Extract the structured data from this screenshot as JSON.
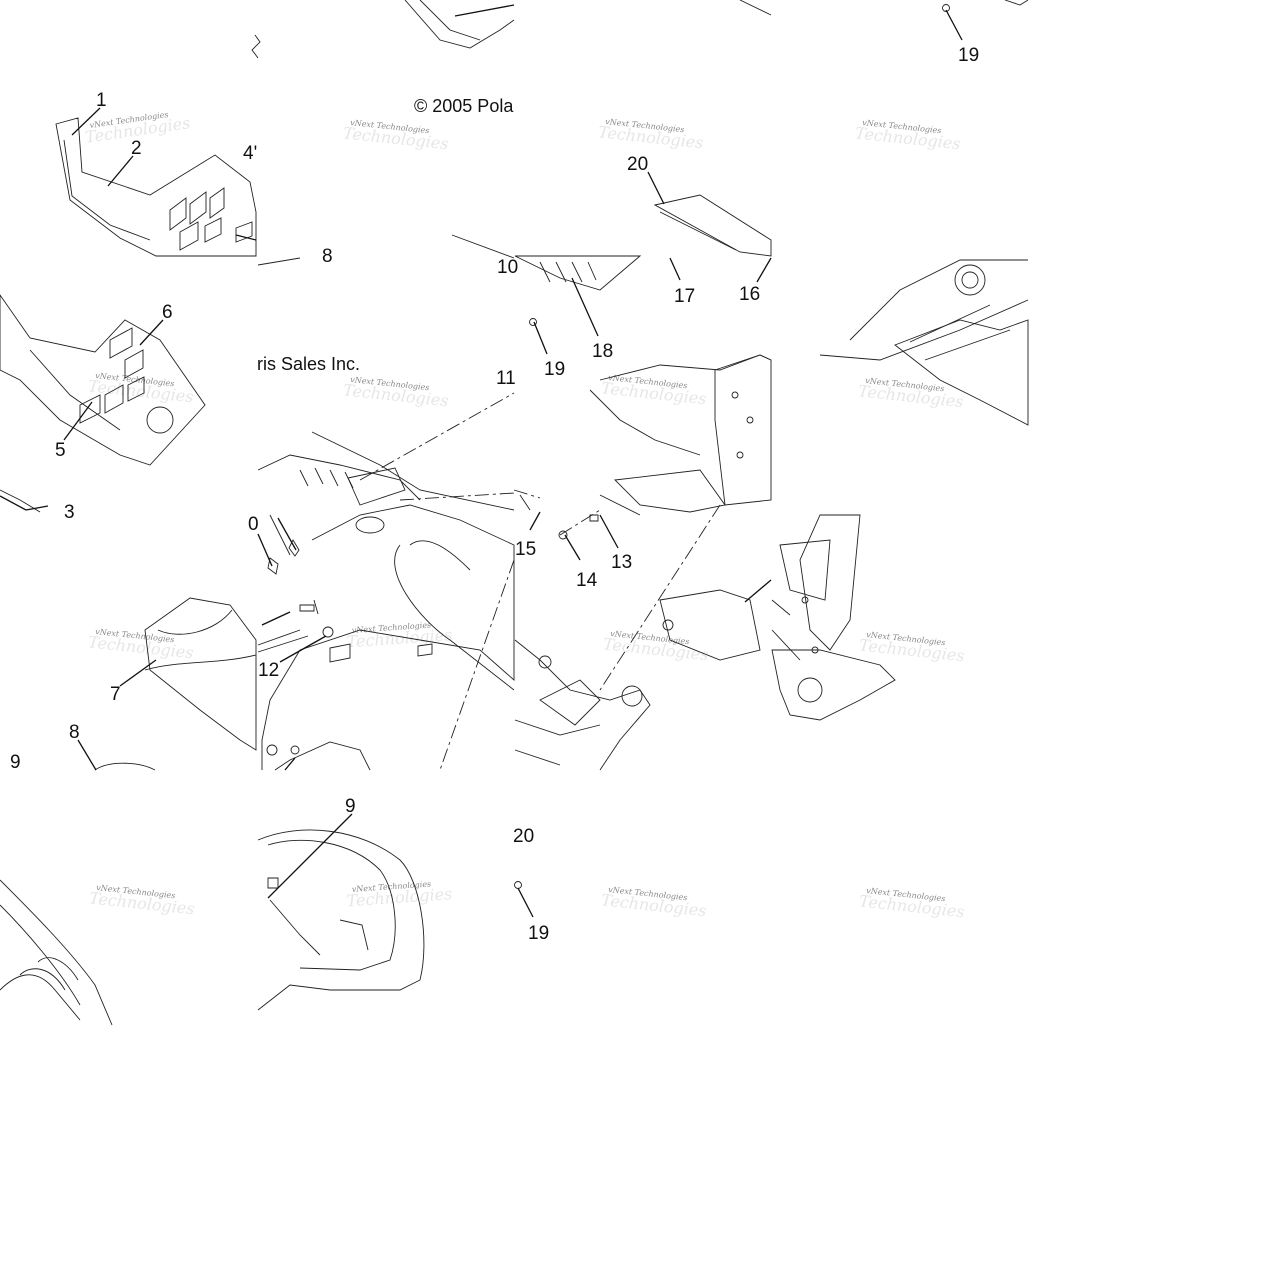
{
  "copyright": {
    "part1": "© 2005 Pola",
    "part2": "ris Sales Inc."
  },
  "watermark": {
    "line1": "vNext Technologies",
    "line2": "Technologies"
  },
  "callouts": [
    {
      "id": "c1",
      "text": "1"
    },
    {
      "id": "c2",
      "text": "2"
    },
    {
      "id": "c3",
      "text": "3"
    },
    {
      "id": "c4",
      "text": "4'"
    },
    {
      "id": "c5",
      "text": "5"
    },
    {
      "id": "c6",
      "text": "6"
    },
    {
      "id": "c7",
      "text": "7"
    },
    {
      "id": "c8",
      "text": "8"
    },
    {
      "id": "c9a",
      "text": "9"
    },
    {
      "id": "c9b",
      "text": "9"
    },
    {
      "id": "c10a",
      "text": "10"
    },
    {
      "id": "c10b",
      "text": "0"
    },
    {
      "id": "c11",
      "text": "11"
    },
    {
      "id": "c12",
      "text": "12"
    },
    {
      "id": "c13",
      "text": "13"
    },
    {
      "id": "c14",
      "text": "14"
    },
    {
      "id": "c15",
      "text": "15"
    },
    {
      "id": "c16",
      "text": "16"
    },
    {
      "id": "c17",
      "text": "17"
    },
    {
      "id": "c18",
      "text": "18"
    },
    {
      "id": "c19a",
      "text": "19"
    },
    {
      "id": "c19b",
      "text": "19"
    },
    {
      "id": "c19c",
      "text": "19"
    },
    {
      "id": "c20a",
      "text": "20"
    },
    {
      "id": "c20b",
      "text": "20"
    },
    {
      "id": "c8b",
      "text": "8"
    }
  ]
}
